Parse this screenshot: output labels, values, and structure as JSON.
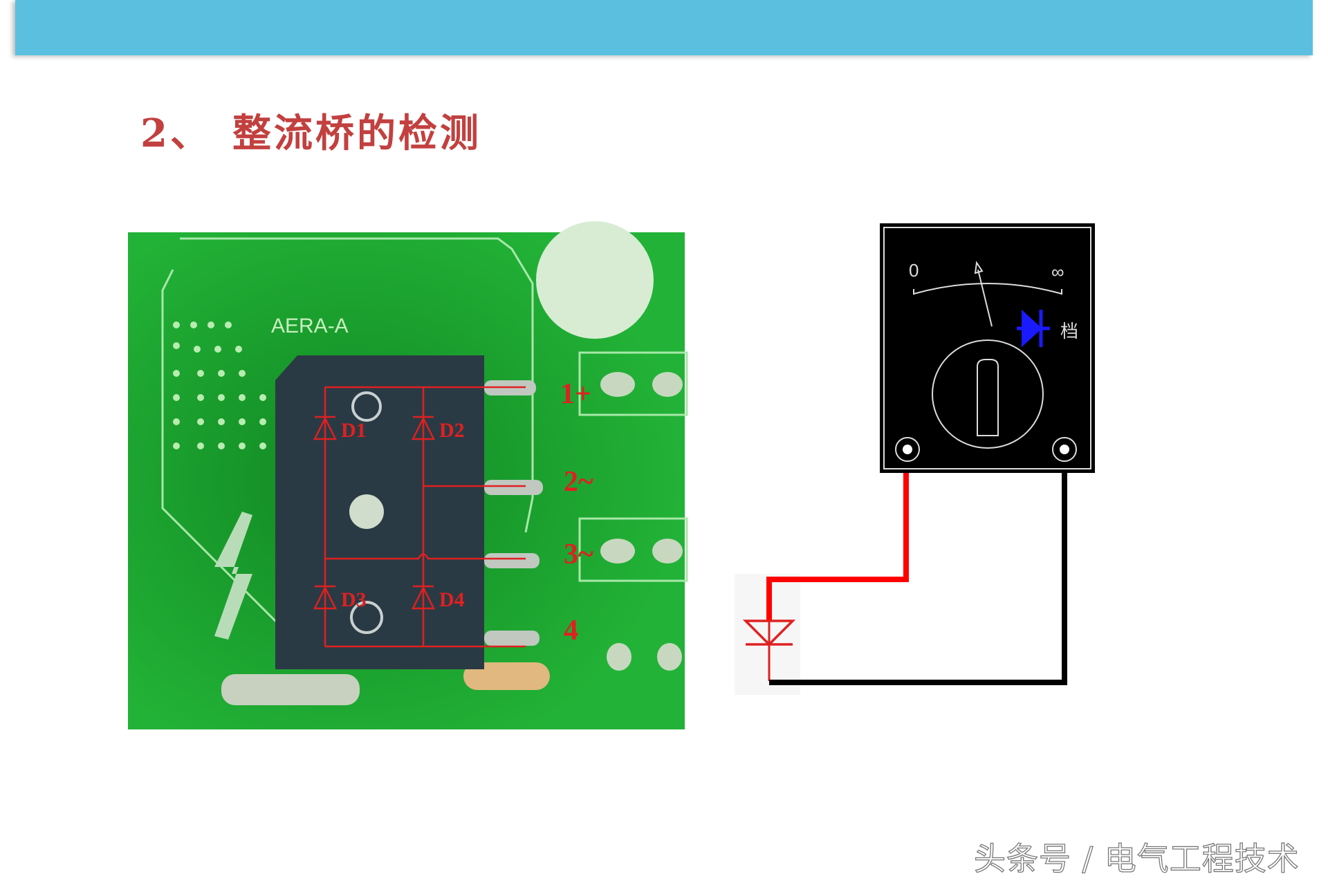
{
  "slide": {
    "title_number": "2、",
    "title_text": "整流桥的检测",
    "header_bar_color": "#5bc0e0",
    "title_color": "#c2403f"
  },
  "pcb_photo": {
    "board_marking": "AERA-A",
    "diode_labels": [
      "D1",
      "D2",
      "D3",
      "D4"
    ],
    "pin_labels": [
      "1+",
      "2~",
      "3~",
      "4"
    ],
    "overlay_color": "#e02020"
  },
  "multimeter": {
    "scale_min_label": "0",
    "scale_max_label": "∞",
    "range_label": "档",
    "range_icon": "diode-icon",
    "range_icon_color": "#1a1aff",
    "positive_lead_color": "#ff0000",
    "negative_lead_color": "#000000"
  },
  "watermark": "头条号 / 电气工程技术"
}
